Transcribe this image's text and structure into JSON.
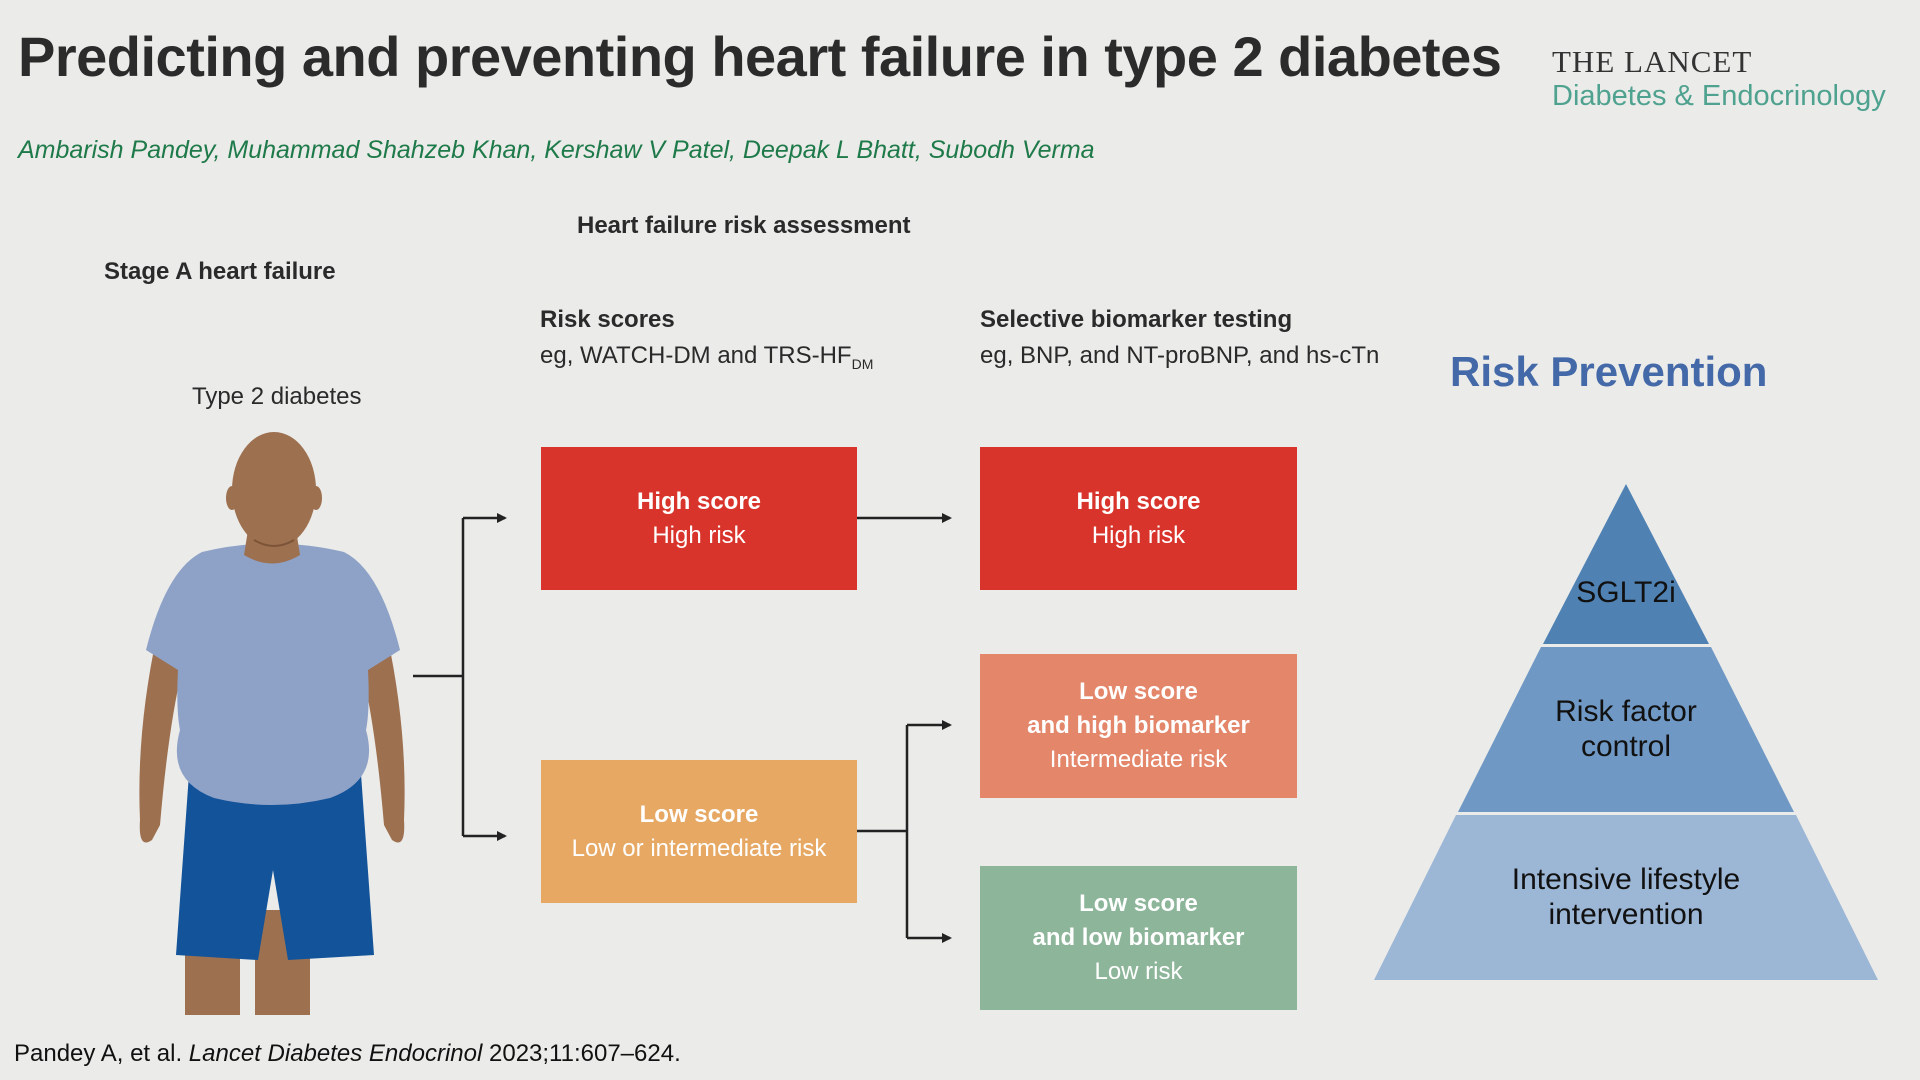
{
  "header": {
    "title": "Predicting and preventing heart failure in type 2 diabetes",
    "journal_line1": "THE LANCET",
    "journal_line2": "Diabetes & Endocrinology",
    "authors": "Ambarish Pandey, Muhammad Shahzeb Khan, Kershaw V Patel, Deepak L Bhatt, Subodh Verma"
  },
  "diagram": {
    "section_title": "Heart failure risk assessment",
    "stage_label": "Stage A heart failure",
    "patient_label": "Type 2 diabetes",
    "risk_scores": {
      "heading": "Risk scores",
      "example": "eg, WATCH-DM and TRS-HF",
      "example_subscript": "DM"
    },
    "biomarker": {
      "heading": "Selective biomarker testing",
      "example": "eg, BNP, and NT-proBNP, and hs-cTn"
    },
    "boxes": {
      "score_high": {
        "line1": "High score",
        "line2": "High risk",
        "color": "#d9342b"
      },
      "score_low": {
        "line1": "Low score",
        "line2": "Low or intermediate risk",
        "color": "#e6a863"
      },
      "bio_high": {
        "line1": "High score",
        "line2": "High risk",
        "color": "#d9342b"
      },
      "bio_intermediate": {
        "line1": "Low score",
        "line2": "and high biomarker",
        "line3": "Intermediate risk",
        "color": "#e3866a"
      },
      "bio_low": {
        "line1": "Low score",
        "line2": "and low biomarker",
        "line3": "Low risk",
        "color": "#8db59a"
      }
    }
  },
  "prevention": {
    "title": "Risk Prevention",
    "title_color": "#4469a8",
    "pyramid": [
      {
        "label": "SGLT2i",
        "color": "#4f81b3"
      },
      {
        "label": "Risk factor control",
        "color": "#6f98c4"
      },
      {
        "label": "Intensive lifestyle intervention",
        "color": "#9cb6d6"
      }
    ]
  },
  "citation": {
    "prefix": "Pandey A, et al. ",
    "journal": "Lancet Diabetes Endocrinol",
    "suffix": " 2023;11:607–624."
  }
}
